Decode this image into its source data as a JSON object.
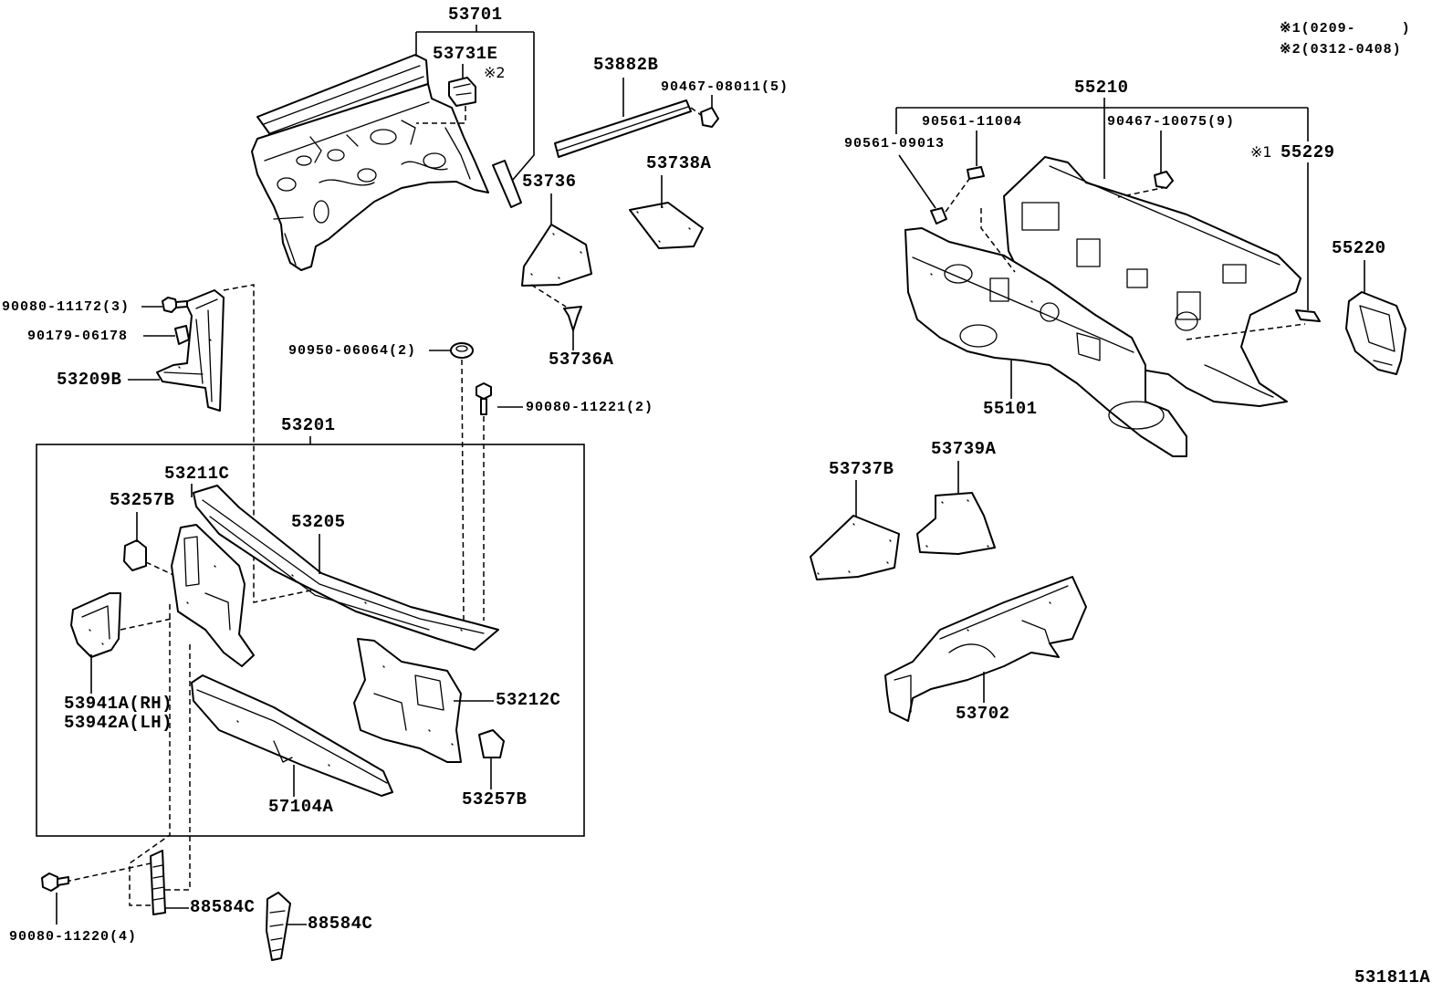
{
  "figure_code": "531811A",
  "notes": {
    "n1": "※1(0209-     )",
    "n2": "※2(0312-0408)"
  },
  "labels": {
    "p53701": "53701",
    "p53731E": "53731E",
    "mark_x2": "※2",
    "p53882B": "53882B",
    "p90467_08011": "90467-08011(5)",
    "p53736": "53736",
    "p53738A": "53738A",
    "p53736A": "53736A",
    "p55210": "55210",
    "p90561_11004": "90561-11004",
    "p90467_10075": "90467-10075(9)",
    "p90561_09013": "90561-09013",
    "mark_x1": "※1",
    "p55229": "55229",
    "p55220": "55220",
    "p55101": "55101",
    "p90080_11172": "90080-11172(3)",
    "p90179_06178": "90179-06178",
    "p53209B": "53209B",
    "p90950_06064": "90950-06064(2)",
    "p90080_11221": "90080-11221(2)",
    "p53201": "53201",
    "p53211C": "53211C",
    "p53257B_left": "53257B",
    "p53205": "53205",
    "p53737B": "53737B",
    "p53739A": "53739A",
    "p53941A": "53941A(RH)",
    "p53942A": "53942A(LH)",
    "p53212C": "53212C",
    "p53257B_right": "53257B",
    "p57104A": "57104A",
    "p53702": "53702",
    "p90080_11220": "90080-11220(4)",
    "p88584C_a": "88584C",
    "p88584C_b": "88584C"
  },
  "colors": {
    "ink": "#000000",
    "background": "#ffffff"
  }
}
